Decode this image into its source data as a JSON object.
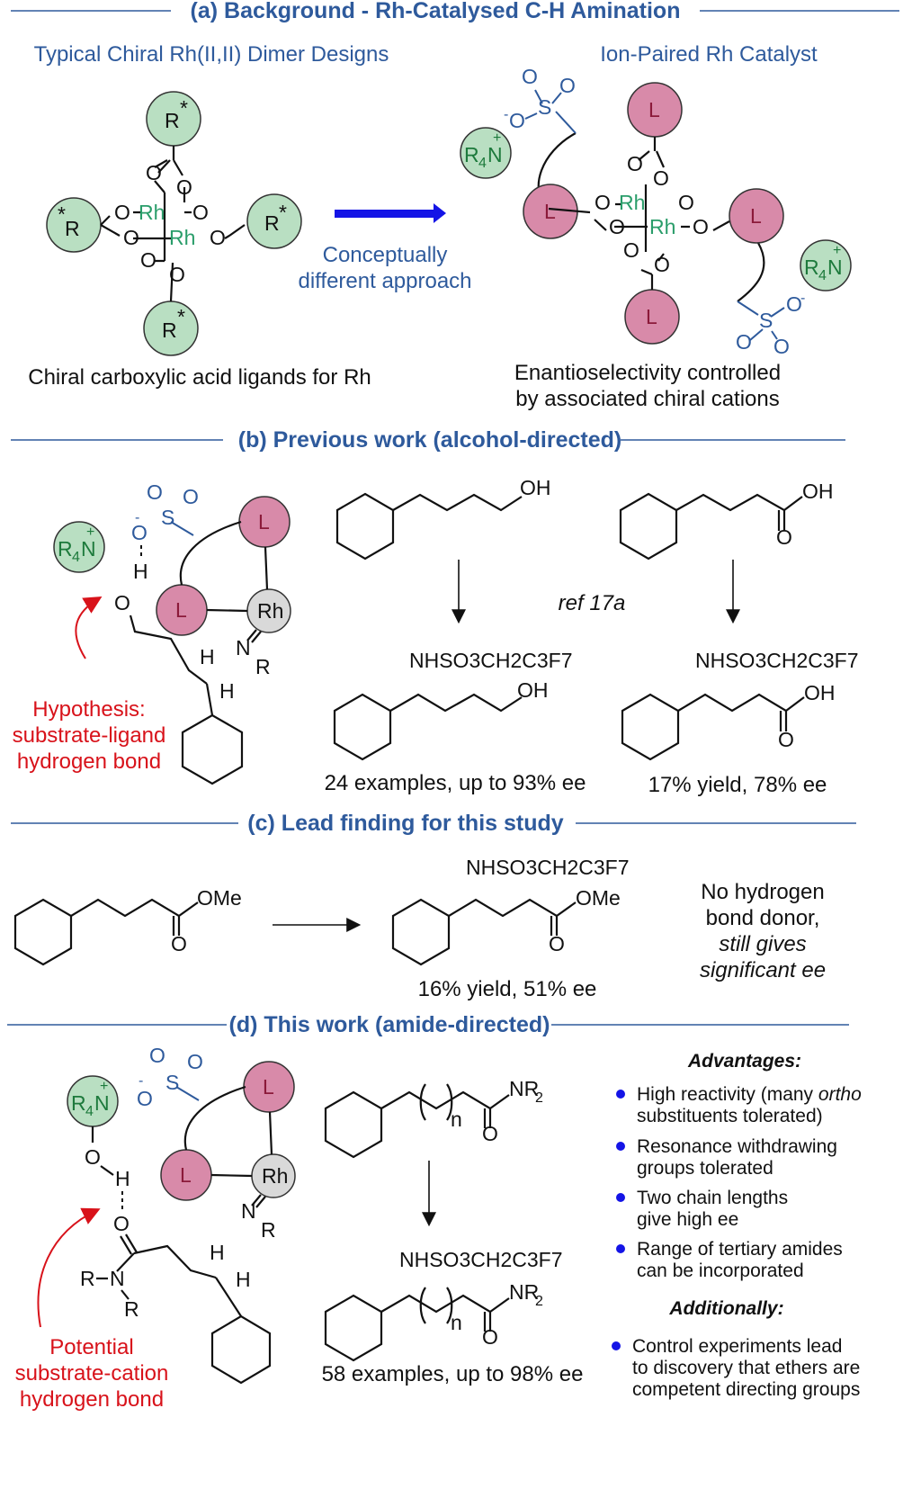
{
  "sections": {
    "a": {
      "title": "(a) Background - Rh-Catalysed C-H Amination",
      "left_title": "Typical Chiral Rh(II,II) Dimer Designs",
      "right_title": "Ion-Paired Rh Catalyst",
      "arrow_label_line1": "Conceptually",
      "arrow_label_line2": "different approach",
      "left_caption": "Chiral carboxylic acid ligands for Rh",
      "right_caption_line1": "Enantioselectivity controlled",
      "right_caption_line2": "by associated chiral cations"
    },
    "b": {
      "title": "(b) Previous work (alcohol-directed)",
      "hypothesis_line1": "Hypothesis:",
      "hypothesis_line2": "substrate-ligand",
      "hypothesis_line3": "hydrogen bond",
      "ref": "ref 17a",
      "result1": "24 examples, up to 93% ee",
      "result2": "17% yield, 78% ee"
    },
    "c": {
      "title": "(c) Lead finding for this study",
      "result": "16% yield, 51% ee",
      "note_line1": "No hydrogen",
      "note_line2": "bond donor,",
      "note_line3": "still gives",
      "note_line4": "significant ee"
    },
    "d": {
      "title": "(d) This work (amide-directed)",
      "result": "58 examples, up to 98% ee",
      "potential_line1": "Potential",
      "potential_line2": "substrate-cation",
      "potential_line3": "hydrogen bond",
      "advantages_title": "Advantages:",
      "advantages": [
        {
          "line1": "High reactivity (many ",
          "line1_italic": "ortho",
          "line2": "substituents tolerated)"
        },
        {
          "line1": "Resonance withdrawing",
          "line1_italic": "",
          "line2": "groups tolerated"
        },
        {
          "line1": "Two chain lengths",
          "line1_italic": "",
          "line2": "give high ee"
        },
        {
          "line1": "Range of tertiary amides",
          "line1_italic": "",
          "line2": "can be incorporated"
        }
      ],
      "additionally_title": "Additionally:",
      "additionally": {
        "line1": "Control experiments lead",
        "line2": "to discovery that ethers are",
        "line3": "competent directing groups"
      }
    }
  },
  "chem_labels": {
    "r_star": "R",
    "star": "*",
    "rh": "Rh",
    "o": "O",
    "l": "L",
    "s": "S",
    "r4n_r": "R",
    "r4n_4": "4",
    "r4n_n": "N",
    "plus": "+",
    "minus": "-",
    "oh": "OH",
    "h": "H",
    "n": "N",
    "r": "R",
    "ome": "OMe",
    "nr2": "NR",
    "two": "2",
    "nsub": "n",
    "amine_label": "NHSO3CH2C3F7"
  },
  "colors": {
    "header_blue": "#2e5a9c",
    "hypothesis_red": "#d8121a",
    "ammonium_green_fill": "#b9dfc2",
    "ligand_pink_fill": "#d88aa9",
    "rh_gray_fill": "#d9d9d9",
    "arrow_blue": "#1414e6"
  }
}
